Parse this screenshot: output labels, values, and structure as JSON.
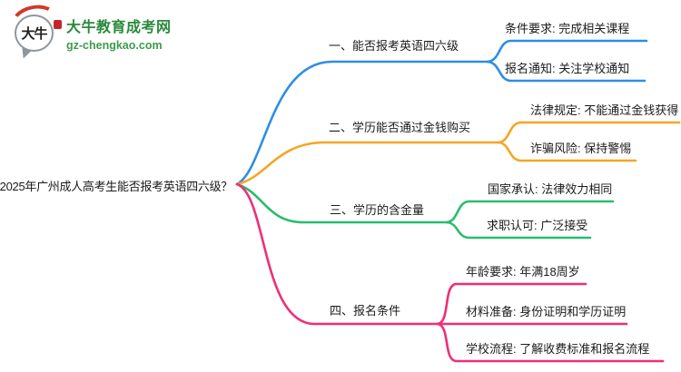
{
  "meta": {
    "background": "#ffffff",
    "text_color": "#1b1b1b"
  },
  "logo": {
    "icon_text": "大牛",
    "site_name": "大牛教育成考网",
    "site_url": "gz-chengkao.com",
    "brand_green": "#2a8a3c",
    "seal_red": "#c3272b"
  },
  "mindmap": {
    "root": "2025年广州成人高考生能否报考英语四六级？",
    "branches": [
      {
        "label": "一、能否报考英语四六级",
        "color": "#2f8de4",
        "children": [
          "条件要求: 完成相关课程",
          "报名通知: 关注学校通知"
        ]
      },
      {
        "label": "二、学历能否通过金钱购买",
        "color": "#f5a623",
        "children": [
          "法律规定: 不能通过金钱获得",
          "诈骗风险: 保持警惕"
        ]
      },
      {
        "label": "三、学历的含金量",
        "color": "#2bbd6e",
        "children": [
          "国家承认: 法律效力相同",
          "求职认可: 广泛接受"
        ]
      },
      {
        "label": "四、报名条件",
        "color": "#ee2e79",
        "children": [
          "年龄要求: 年满18周岁",
          "材料准备: 身份证明和学历证明",
          "学校流程: 了解收费标准和报名流程"
        ]
      }
    ]
  }
}
